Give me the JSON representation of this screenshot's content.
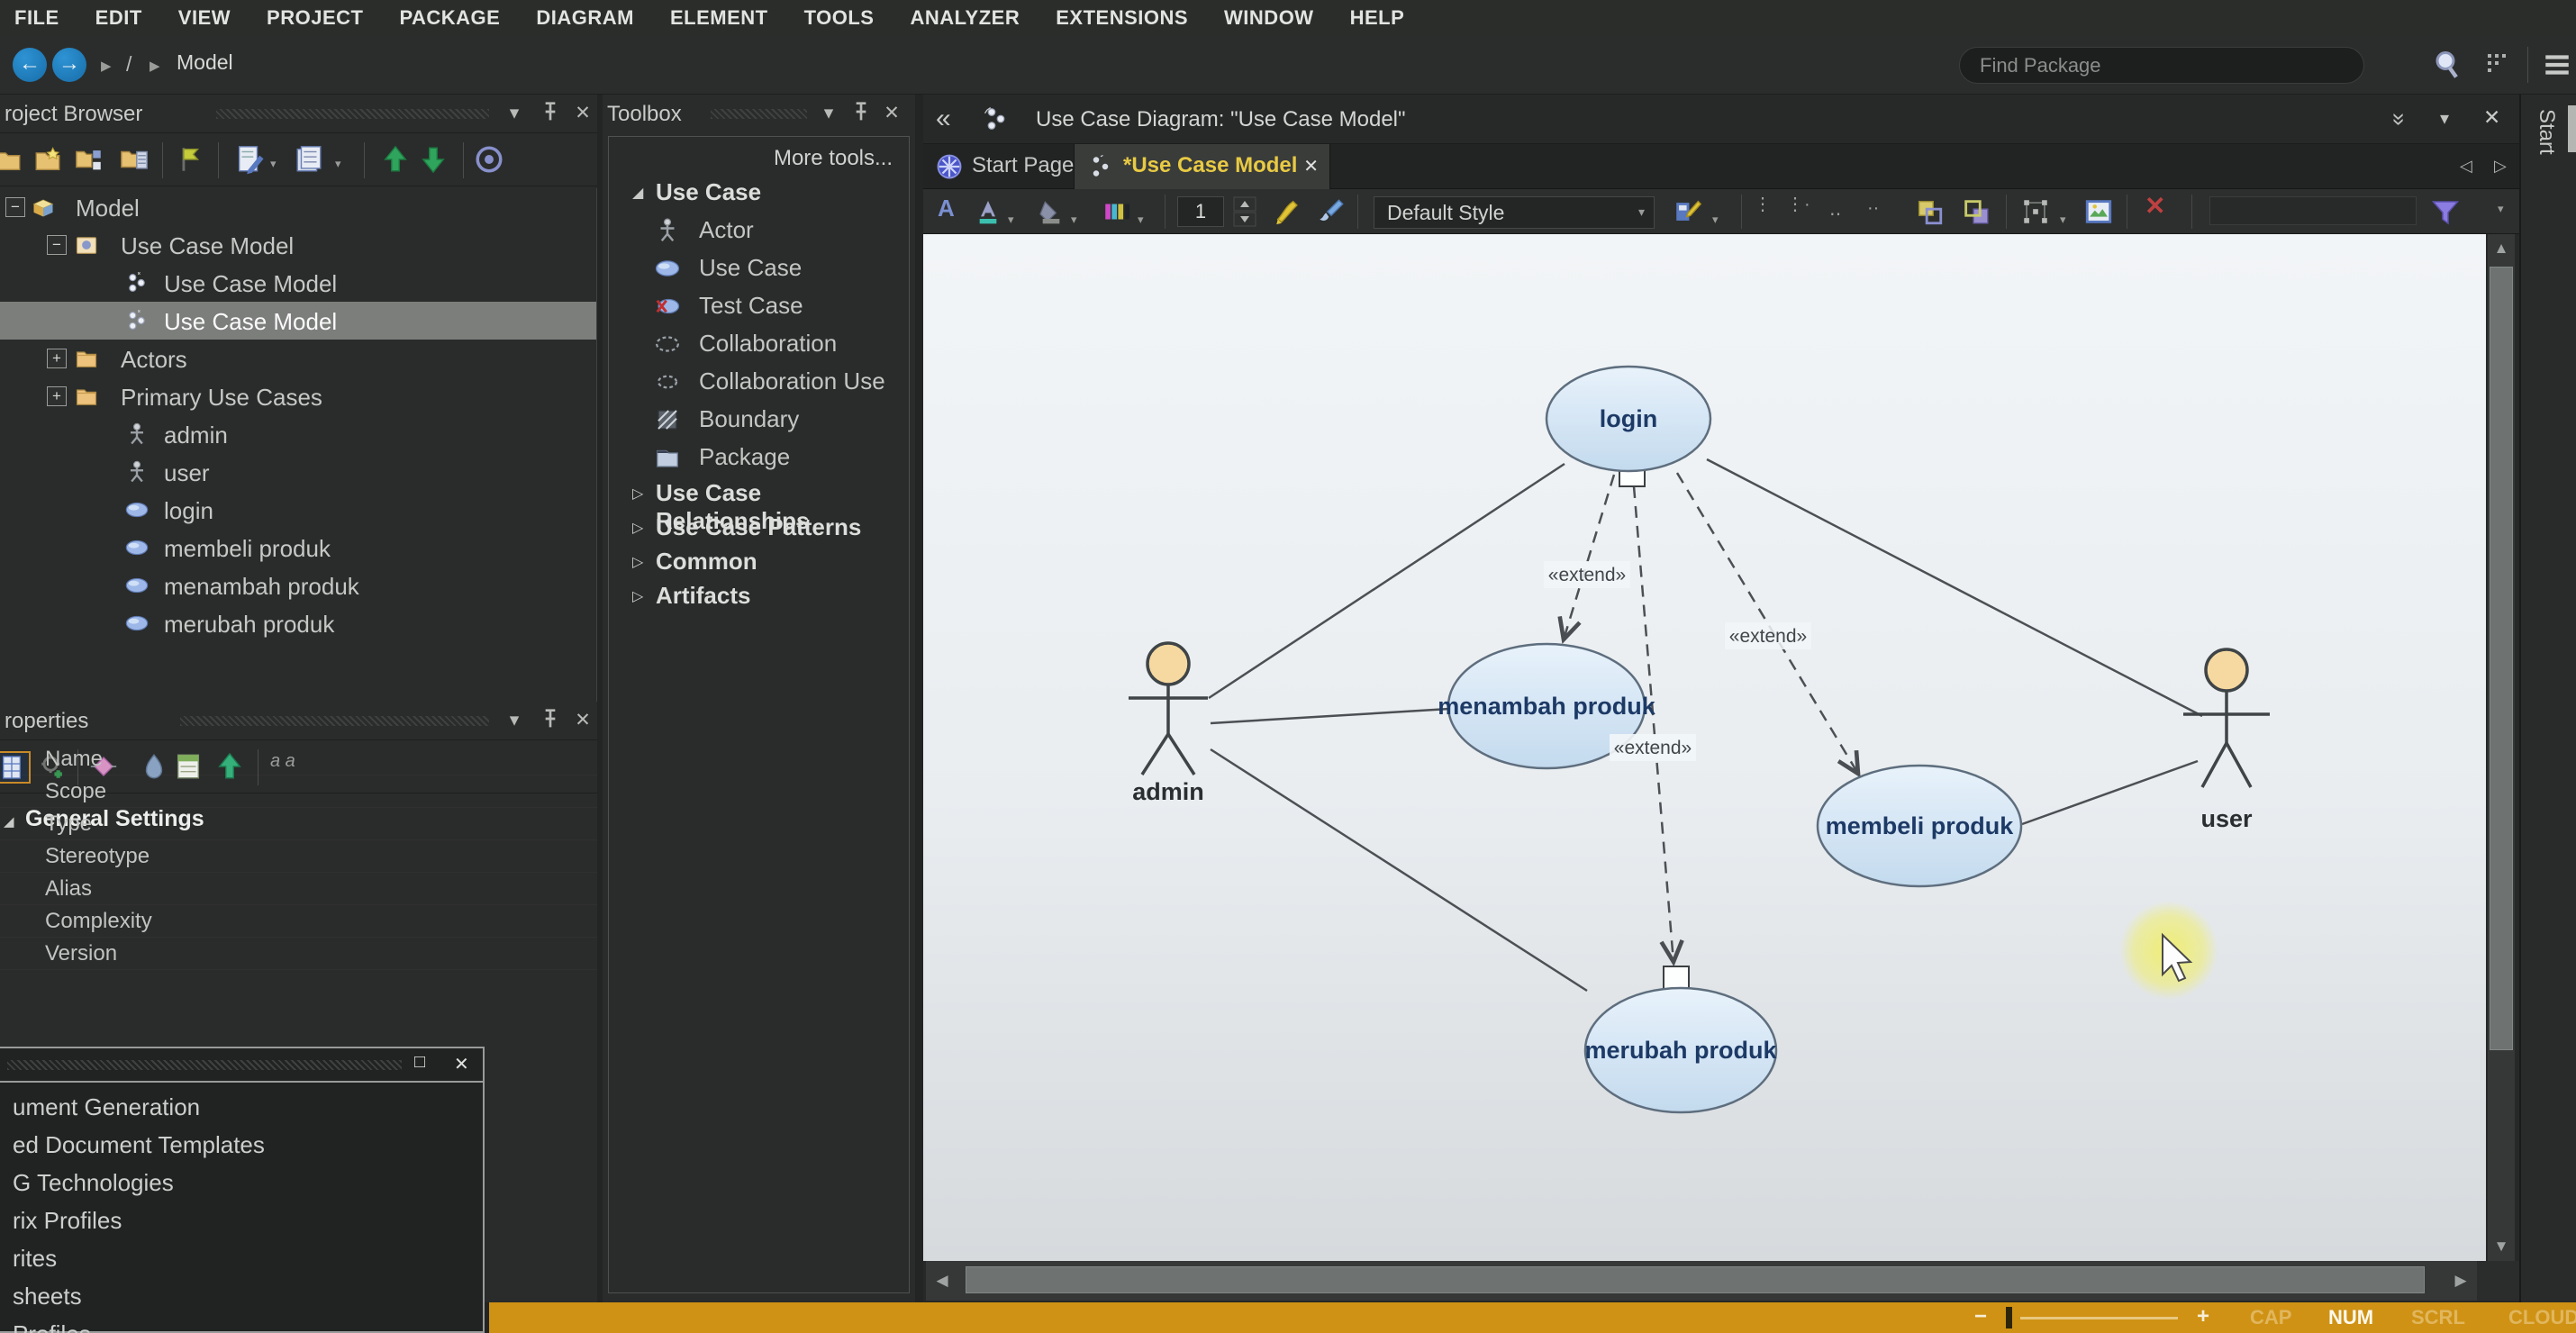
{
  "menu": {
    "items": [
      "FILE",
      "EDIT",
      "VIEW",
      "PROJECT",
      "PACKAGE",
      "DIAGRAM",
      "ELEMENT",
      "TOOLS",
      "ANALYZER",
      "EXTENSIONS",
      "WINDOW",
      "HELP"
    ]
  },
  "nav": {
    "breadcrumb_root": "Model",
    "separator": "/",
    "find": {
      "placeholder": "Find Package"
    }
  },
  "project_browser": {
    "title": "roject Browser",
    "tree": [
      {
        "label": "Model",
        "level": 0,
        "icon": "model",
        "expander": "-"
      },
      {
        "label": "Use Case Model",
        "level": 1,
        "icon": "package",
        "expander": "-"
      },
      {
        "label": "Use Case Model",
        "level": 2,
        "icon": "diagram"
      },
      {
        "label": "Use Case Model",
        "level": 2,
        "icon": "diagram",
        "selected": true
      },
      {
        "label": "Actors",
        "level": 1,
        "icon": "folder",
        "expander": "+"
      },
      {
        "label": "Primary Use Cases",
        "level": 1,
        "icon": "folder",
        "expander": "+"
      },
      {
        "label": "admin",
        "level": 2,
        "icon": "actor-sm"
      },
      {
        "label": "user",
        "level": 2,
        "icon": "actor-sm"
      },
      {
        "label": "login",
        "level": 2,
        "icon": "usecase"
      },
      {
        "label": "membeli produk",
        "level": 2,
        "icon": "usecase"
      },
      {
        "label": "menambah produk",
        "level": 2,
        "icon": "usecase"
      },
      {
        "label": "merubah produk",
        "level": 2,
        "icon": "usecase"
      }
    ]
  },
  "toolbox": {
    "title": "Toolbox",
    "more_tools": "More tools...",
    "groups": [
      {
        "label": "Use Case",
        "expanded": true,
        "items": [
          {
            "label": "Actor",
            "icon": "actor"
          },
          {
            "label": "Use Case",
            "icon": "usecase"
          },
          {
            "label": "Test Case",
            "icon": "testcase"
          },
          {
            "label": "Collaboration",
            "icon": "collab"
          },
          {
            "label": "Collaboration Use",
            "icon": "collabuse"
          },
          {
            "label": "Boundary",
            "icon": "boundary"
          },
          {
            "label": "Package",
            "icon": "packagetb"
          }
        ]
      },
      {
        "label": "Use Case Relationships",
        "expanded": false,
        "items": []
      },
      {
        "label": "Use Case Patterns",
        "expanded": false,
        "items": []
      },
      {
        "label": "Common",
        "expanded": false,
        "items": []
      },
      {
        "label": "Artifacts",
        "expanded": false,
        "items": []
      }
    ]
  },
  "properties": {
    "title": "roperties",
    "section": "General Settings",
    "fields": [
      "Name",
      "Scope",
      "Type",
      "Stereotype",
      "Alias",
      "Complexity",
      "Version"
    ]
  },
  "floating_window": {
    "items": [
      "ument Generation",
      "ed Document Templates",
      "G Technologies",
      "rix Profiles",
      "rites",
      "sheets",
      "Profiles"
    ]
  },
  "diagram": {
    "header_title": "Use Case Diagram: \"Use Case Model\"",
    "tabs": [
      {
        "label": "Start Page",
        "icon": "startknot",
        "active": false,
        "closable": false
      },
      {
        "label": "*Use Case Model",
        "icon": "tabdiagram",
        "active": true,
        "closable": true
      }
    ],
    "toolbar": {
      "line_width": "1",
      "style": "Default Style"
    },
    "extend_label": "«extend»",
    "nodes": {
      "login": "login",
      "menambah": "menambah produk",
      "membeli": "membeli produk",
      "merubah": "merubah produk"
    },
    "actors": {
      "admin": "admin",
      "user": "user"
    }
  },
  "status_bar": {
    "indicators": [
      {
        "label": "CAP",
        "active": false
      },
      {
        "label": "NUM",
        "active": true
      },
      {
        "label": "SCRL",
        "active": false
      },
      {
        "label": "CLOUD",
        "active": false
      }
    ],
    "zoom_minus": "−",
    "zoom_plus": "+"
  },
  "side_tab": {
    "label": "Start"
  },
  "colors": {
    "status_bar": "#cf9214",
    "active_tab_text": "#e8ca44",
    "node_fill_top": "#e8f2fb",
    "node_fill_bottom": "#c3daee",
    "node_stroke": "#5e6e7e",
    "node_text": "#1d3a66",
    "canvas_top": "#f2f5f7",
    "canvas_bottom": "#d6dadd",
    "selection_row": "#7c7e7c"
  }
}
